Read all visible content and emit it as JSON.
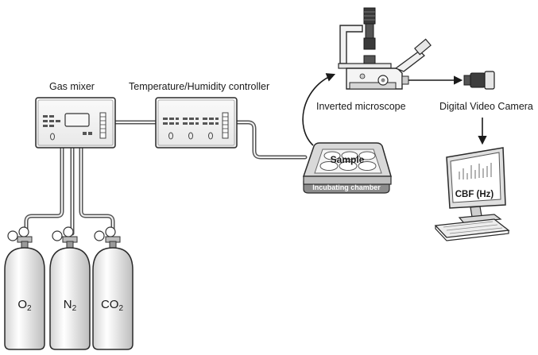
{
  "labels": {
    "gas_mixer": "Gas mixer",
    "temp_controller": "Temperature/Humidity controller",
    "microscope": "Inverted microscope",
    "camera": "Digital Video Camera",
    "sample": "Sample",
    "chamber": "Incubating chamber",
    "monitor": "CBF (Hz)"
  },
  "cylinders": [
    {
      "symbol": "O",
      "subscript": "2"
    },
    {
      "symbol": "N",
      "subscript": "2"
    },
    {
      "symbol": "CO",
      "subscript": "2"
    }
  ]
}
